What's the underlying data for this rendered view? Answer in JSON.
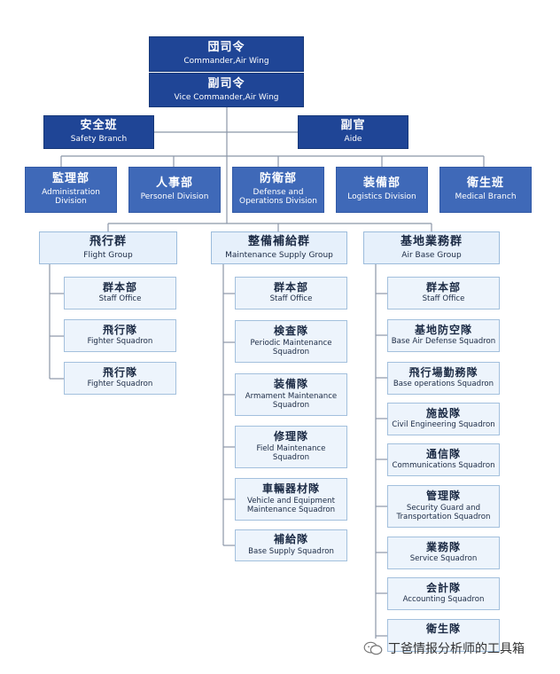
{
  "commander": {
    "zh": "団司令",
    "en": "Commander,Air Wing"
  },
  "vice_commander": {
    "zh": "副司令",
    "en": "Vice Commander,Air Wing"
  },
  "safety": {
    "zh": "安全班",
    "en": "Safety Branch"
  },
  "aide": {
    "zh": "副官",
    "en": "Aide"
  },
  "staff": [
    {
      "zh": "監理部",
      "en": "Administration\nDivision"
    },
    {
      "zh": "人事部",
      "en": "Personel Division"
    },
    {
      "zh": "防衛部",
      "en": "Defense and\nOperations Division"
    },
    {
      "zh": "装備部",
      "en": "Logistics Division"
    },
    {
      "zh": "衛生班",
      "en": "Medical Branch"
    }
  ],
  "groups": [
    {
      "zh": "飛行群",
      "en": "Flight Group",
      "units": [
        {
          "zh": "群本部",
          "en": "Staff Office"
        },
        {
          "zh": "飛行隊",
          "en": "Fighter Squadron"
        },
        {
          "zh": "飛行隊",
          "en": "Fighter Squadron"
        }
      ]
    },
    {
      "zh": "整備補給群",
      "en": "Maintenance Supply Group",
      "units": [
        {
          "zh": "群本部",
          "en": "Staff Office"
        },
        {
          "zh": "検査隊",
          "en": "Periodic Maintenance\nSquadron"
        },
        {
          "zh": "装備隊",
          "en": "Armament Maintenance\nSquadron"
        },
        {
          "zh": "修理隊",
          "en": "Field Maintenance\nSquadron"
        },
        {
          "zh": "車輛器材隊",
          "en": "Vehicle and Equipment\nMaintenance Squadron"
        },
        {
          "zh": "補給隊",
          "en": "Base Supply Squadron"
        }
      ]
    },
    {
      "zh": "基地業務群",
      "en": "Air Base Group",
      "units": [
        {
          "zh": "群本部",
          "en": "Staff Office"
        },
        {
          "zh": "基地防空隊",
          "en": "Base Air Defense Squadron"
        },
        {
          "zh": "飛行場勤務隊",
          "en": "Base operations Squadron"
        },
        {
          "zh": "施設隊",
          "en": "Civil Engineering Squadron"
        },
        {
          "zh": "通信隊",
          "en": "Communications Squadron"
        },
        {
          "zh": "管理隊",
          "en": "Security Guard and\nTransportation Squadron"
        },
        {
          "zh": "業務隊",
          "en": "Service Squadron"
        },
        {
          "zh": "会計隊",
          "en": "Accounting Squadron"
        },
        {
          "zh": "衛生隊",
          "en": ""
        }
      ]
    }
  ],
  "watermark": {
    "text": "丁爸情报分析师的工具箱",
    "icon": "wechat-icon"
  },
  "colors": {
    "dark": "#1f4596",
    "mid": "#3f69b8",
    "light": "#e6f0fb",
    "line": "#8b96a8"
  }
}
